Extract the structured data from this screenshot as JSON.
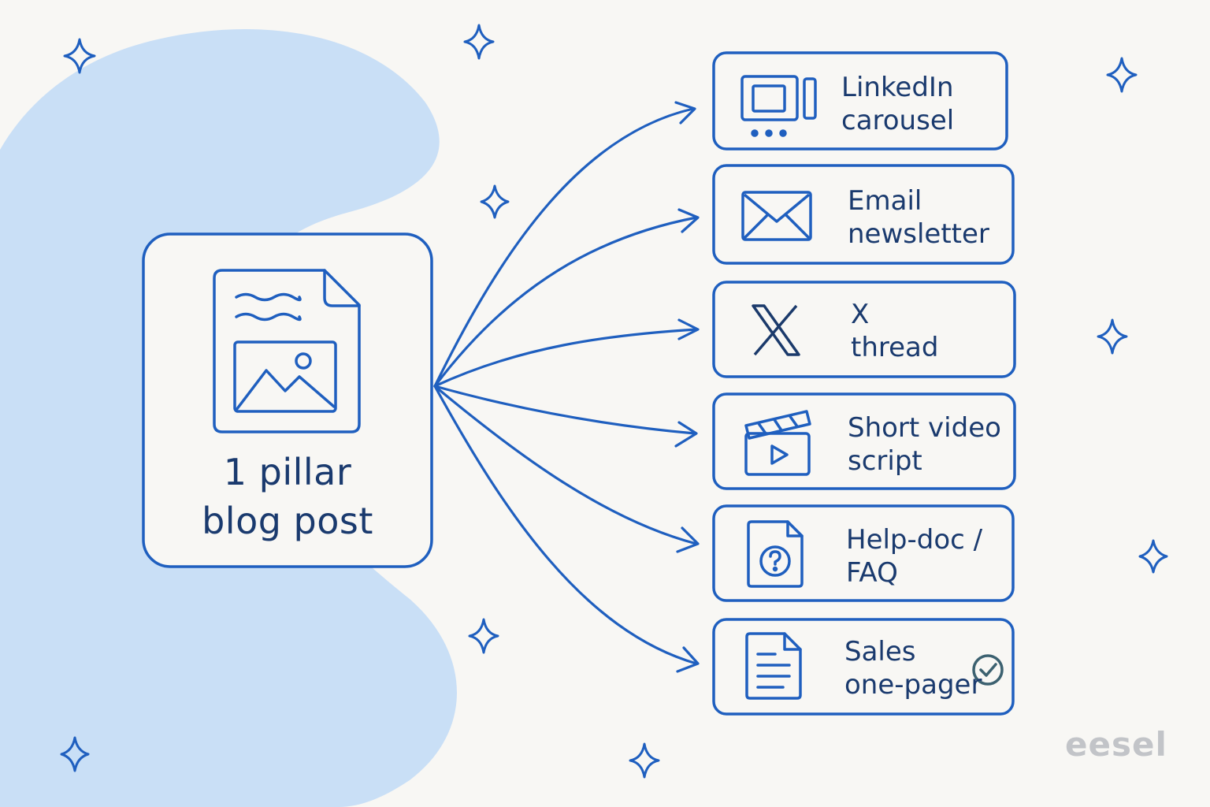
{
  "source": {
    "line1": "1 pillar",
    "line2": "blog post"
  },
  "outputs": [
    {
      "line1": "LinkedIn",
      "line2": "carousel",
      "icon": "carousel-icon"
    },
    {
      "line1": "Email",
      "line2": "newsletter",
      "icon": "envelope-icon"
    },
    {
      "line1": "X",
      "line2": "thread",
      "icon": "x-logo-icon"
    },
    {
      "line1": "Short video",
      "line2": "script",
      "icon": "clapperboard-icon"
    },
    {
      "line1": "Help-doc /",
      "line2": "FAQ",
      "icon": "help-document-icon"
    },
    {
      "line1": "Sales",
      "line2": "one-pager",
      "icon": "text-document-icon"
    }
  ],
  "brand": "eesel",
  "colors": {
    "stroke": "#1f5fbf",
    "text": "#1a3a6e",
    "blob": "#c9dff6",
    "background": "#f8f7f4",
    "brand": "#c2c4c8"
  }
}
